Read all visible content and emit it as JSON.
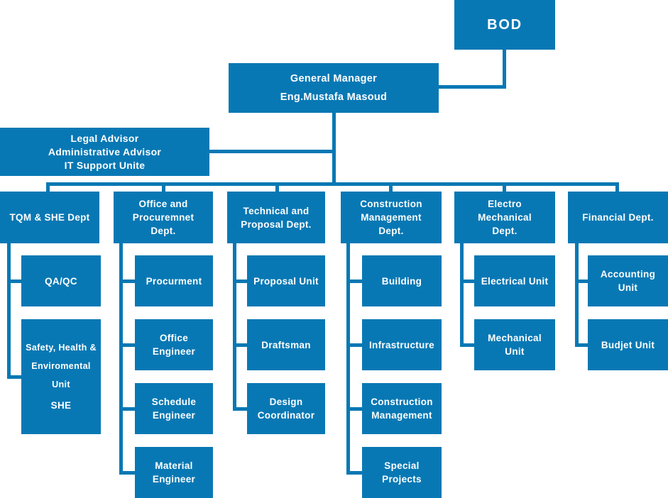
{
  "colors": {
    "node_blue": "#0878b4",
    "text_white": "#ffffff",
    "background": "#ffffff"
  },
  "chart": {
    "bod": "BOD",
    "general_manager": {
      "title": "General Manager",
      "name": "Eng.Mustafa Masoud"
    },
    "advisors": "Legal Advisor\nAdministrative Advisor\nIT Support Unite",
    "departments": [
      {
        "label": "TQM & SHE Dept",
        "children": [
          {
            "label": "QA/QC"
          },
          {
            "label": "Safety, Health &\nEnviromental\nUnit",
            "sublabel": "SHE"
          }
        ]
      },
      {
        "label": "Office and\nProcuremnet\nDept.",
        "children": [
          {
            "label": "Procurment"
          },
          {
            "label": "Office\nEngineer"
          },
          {
            "label": "Schedule\nEngineer"
          },
          {
            "label": "Material\nEngineer"
          }
        ]
      },
      {
        "label": "Technical and\nProposal Dept.",
        "children": [
          {
            "label": "Proposal Unit"
          },
          {
            "label": "Draftsman"
          },
          {
            "label": "Design\nCoordinator"
          }
        ]
      },
      {
        "label": "Construction\nManagement\nDept.",
        "children": [
          {
            "label": "Building"
          },
          {
            "label": "Infrastructure"
          },
          {
            "label": "Construction\nManagement"
          },
          {
            "label": "Special\nProjects"
          }
        ]
      },
      {
        "label": "Electro\nMechanical\nDept.",
        "children": [
          {
            "label": "Electrical Unit"
          },
          {
            "label": "Mechanical\nUnit"
          }
        ]
      },
      {
        "label": "Financial Dept.",
        "children": [
          {
            "label": "Accounting\nUnit"
          },
          {
            "label": "Budjet Unit"
          }
        ]
      }
    ]
  }
}
